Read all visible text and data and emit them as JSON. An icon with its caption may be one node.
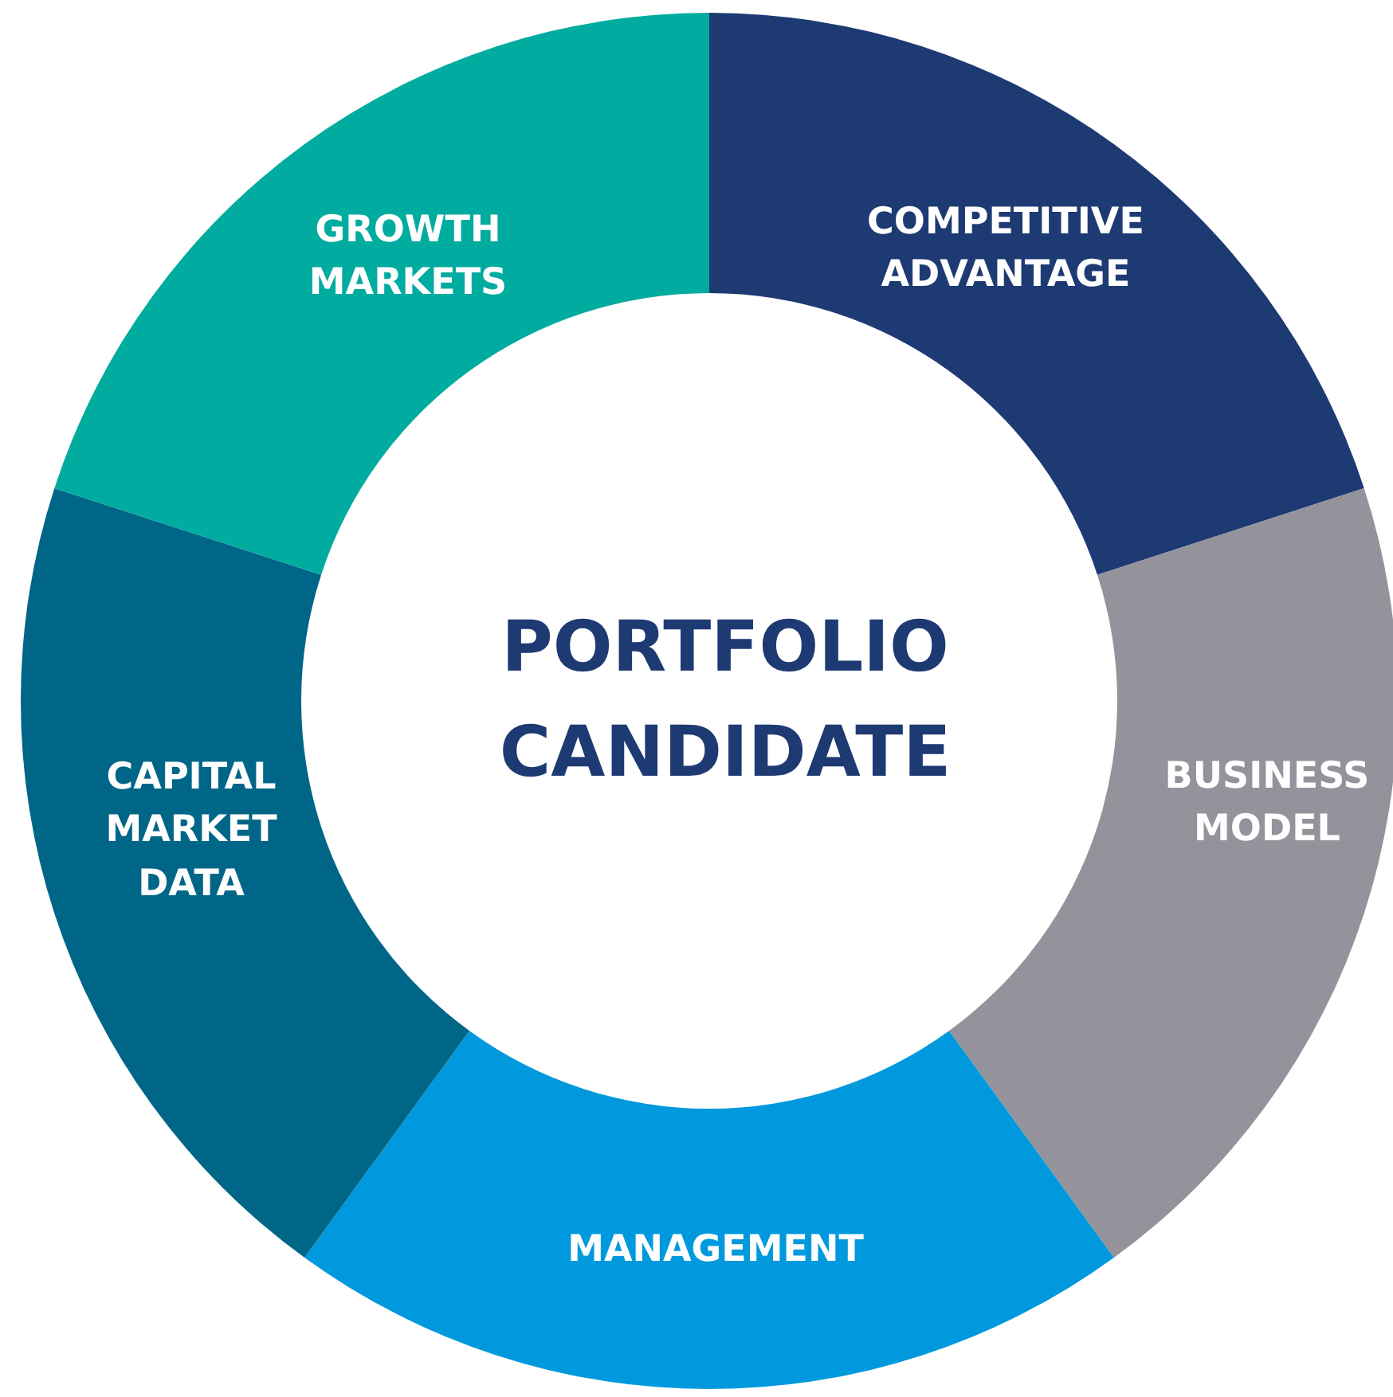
{
  "diagram": {
    "nodes": [
      {
        "text": [
          "PORTFOLIO CANDIDATE"
        ]
      },
      {
        "text": [
          "COMPETITIVE ADVANTAGE"
        ]
      },
      {
        "text": [
          "BUSINESS MODEL"
        ]
      },
      {
        "text": [
          "MANAGEMENT"
        ]
      },
      {
        "text": [
          "CAPITAL MARKET DATA"
        ]
      },
      {
        "text": [
          "GROWTH MARKETS"
        ]
      }
    ]
  }
}
